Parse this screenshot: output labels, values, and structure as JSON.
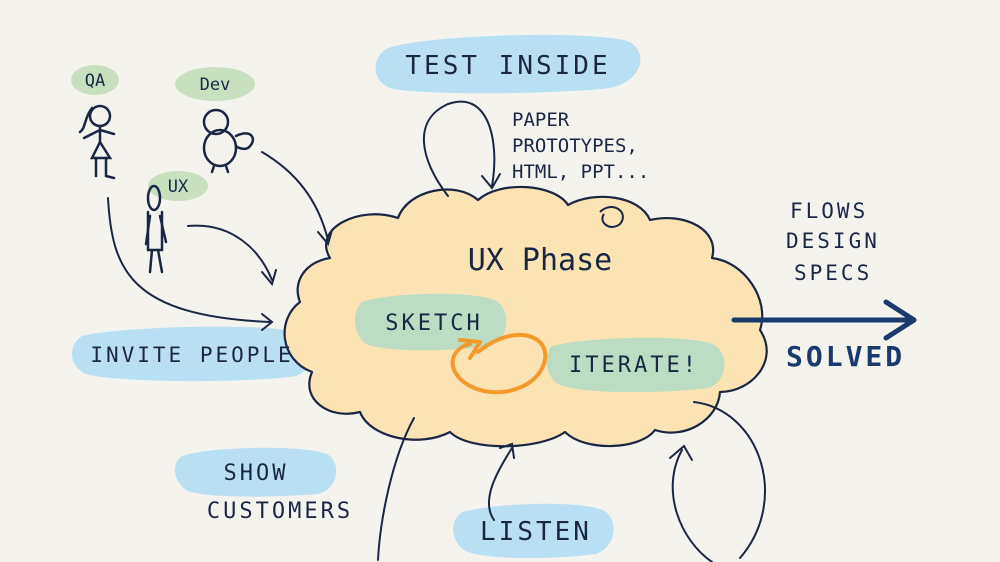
{
  "roles": {
    "qa": "QA",
    "dev": "Dev",
    "ux": "UX"
  },
  "labels": {
    "test_inside": "TEST INSIDE",
    "test_methods": [
      "PAPER",
      "PROTOTYPES,",
      "HTML, PPT..."
    ],
    "ux_phase": "UX Phase",
    "sketch": "SKETCH",
    "iterate": "ITERATE!",
    "invite_people": "INVITE PEOPLE",
    "show_customers": [
      "SHOW",
      "CUSTOMERS"
    ],
    "listen": "LISTEN",
    "outputs": [
      "FLOWS",
      "DESIGN",
      "SPECS"
    ],
    "solved": "SOLVED"
  },
  "colors": {
    "ink": "#1a2744",
    "paper": "#f5f3ee",
    "highlight_blue": "#b9e0f2",
    "highlight_green": "#c8dfc0",
    "cloud_fill": "#fbe3b4",
    "loop_orange": "#f39a2b",
    "sketch_green": "#bcdcc4"
  }
}
